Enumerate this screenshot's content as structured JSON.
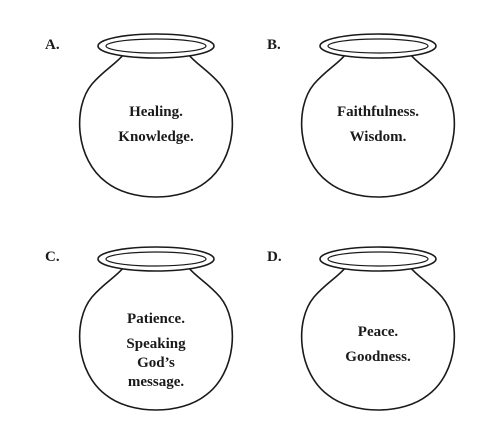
{
  "jars": [
    {
      "letter": "A.",
      "gifts": [
        "Healing.",
        "Knowledge."
      ]
    },
    {
      "letter": "B.",
      "gifts": [
        "Faithfulness.",
        "Wisdom."
      ]
    },
    {
      "letter": "C.",
      "gifts": [
        "Patience.",
        "Speaking God’s message."
      ]
    },
    {
      "letter": "D.",
      "gifts": [
        "Peace.",
        "Goodness."
      ]
    }
  ],
  "colors": {
    "ink": "#1a1a1a",
    "background": "#ffffff"
  }
}
